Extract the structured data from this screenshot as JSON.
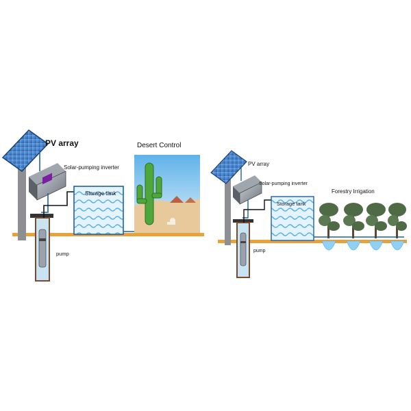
{
  "left_system": {
    "pv_label": "PV array",
    "inverter_label": "Solar-pumping inverter",
    "tank_label": "Storage tank",
    "pump_label": "pump",
    "scene_label": "Desert Control"
  },
  "right_system": {
    "pv_label": "PV array",
    "inverter_label": "Solar-pumping inverter",
    "tank_label": "Storage tank",
    "pump_label": "pump",
    "scene_label": "Forestry Irrigation"
  },
  "colors": {
    "ground": "#e8a23a",
    "pipe": "#1f5fa8",
    "panel": "#2d6fc6",
    "water": "#bfe3f8",
    "sky": "#7fc3ee",
    "sand": "#e8c89a"
  }
}
